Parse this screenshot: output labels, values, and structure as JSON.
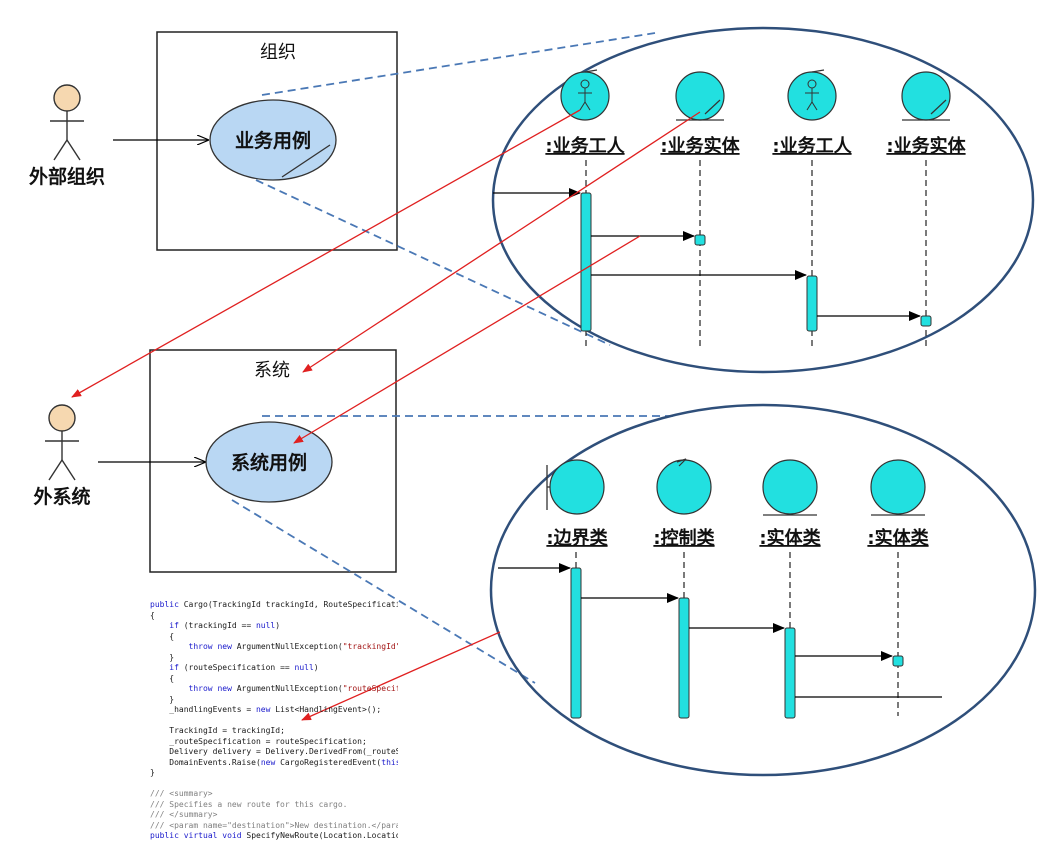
{
  "colors": {
    "ellipse_fill": "#b9d7f3",
    "lifeline_head": "#22e0e0",
    "activation": "#22e0e0",
    "zoom_ellipse_stroke": "#2f4f7a",
    "dashed_connector": "#4a78b5",
    "trace_arrow": "#e02020",
    "actor_head": "#f6d8b0"
  },
  "top": {
    "boundary_label": "组织",
    "actor_label": "外部组织",
    "usecase_label": "业务用例",
    "lifelines": [
      {
        "label": ":业务工人",
        "icon": "business-worker-icon"
      },
      {
        "label": ":业务实体",
        "icon": "business-entity-icon"
      },
      {
        "label": ":业务工人",
        "icon": "business-worker-icon"
      },
      {
        "label": ":业务实体",
        "icon": "business-entity-icon"
      }
    ]
  },
  "bottom": {
    "boundary_label": "系统",
    "actor_label": "外系统",
    "usecase_label": "系统用例",
    "lifelines": [
      {
        "label": ":边界类",
        "icon": "boundary-class-icon"
      },
      {
        "label": ":控制类",
        "icon": "control-class-icon"
      },
      {
        "label": ":实体类",
        "icon": "entity-class-icon"
      },
      {
        "label": ":实体类",
        "icon": "entity-class-icon"
      }
    ]
  },
  "code_lines": [
    "public Cargo(TrackingId trackingId, RouteSpecificatio",
    "{",
    "    if (trackingId == null)",
    "    {",
    "        throw new ArgumentNullException(\"trackingId\");",
    "    }",
    "    if (routeSpecification == null)",
    "    {",
    "        throw new ArgumentNullException(\"routeSpecifica",
    "    }",
    "    _handlingEvents = new List<HandlingEvent>();",
    "",
    "    TrackingId = trackingId;",
    "    _routeSpecification = routeSpecification;",
    "    Delivery delivery = Delivery.DerivedFrom(_routeSpe",
    "    DomainEvents.Raise(new CargoRegisteredEvent(this,",
    "}",
    "",
    "/// <summary>",
    "/// Specifies a new route for this cargo.",
    "/// </summary>",
    "/// <param name=\"destination\">New destination.</param",
    "public virtual void SpecifyNewRoute(Location.Locatio"
  ]
}
